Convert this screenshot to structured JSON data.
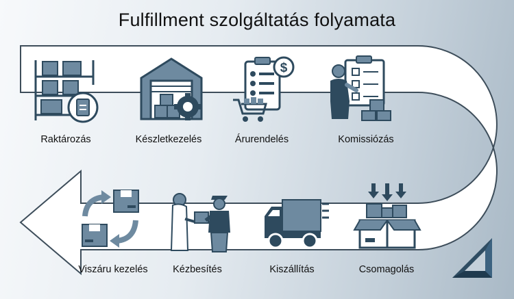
{
  "title": "Fulfillment szolgáltatás folyamata",
  "steps": [
    {
      "label": "Raktározás",
      "icon": "warehouse-shelves-icon"
    },
    {
      "label": "Készletkezelés",
      "icon": "warehouse-gear-icon"
    },
    {
      "label": "Árurendelés",
      "icon": "clipboard-cart-icon"
    },
    {
      "label": "Komissiózás",
      "icon": "worker-checklist-icon"
    },
    {
      "label": "Csomagolás",
      "icon": "open-box-arrows-icon"
    },
    {
      "label": "Kiszállítás",
      "icon": "delivery-truck-icon"
    },
    {
      "label": "Kézbesítés",
      "icon": "courier-handover-icon"
    },
    {
      "label": "Viszáru kezelés",
      "icon": "return-boxes-icon"
    }
  ],
  "colors": {
    "icon": "#2e4a5e",
    "icon_light": "#6e8aa0",
    "flow_fill": "#ffffff",
    "flow_stroke": "#3d4d5a",
    "logo": "#2f4d63"
  }
}
